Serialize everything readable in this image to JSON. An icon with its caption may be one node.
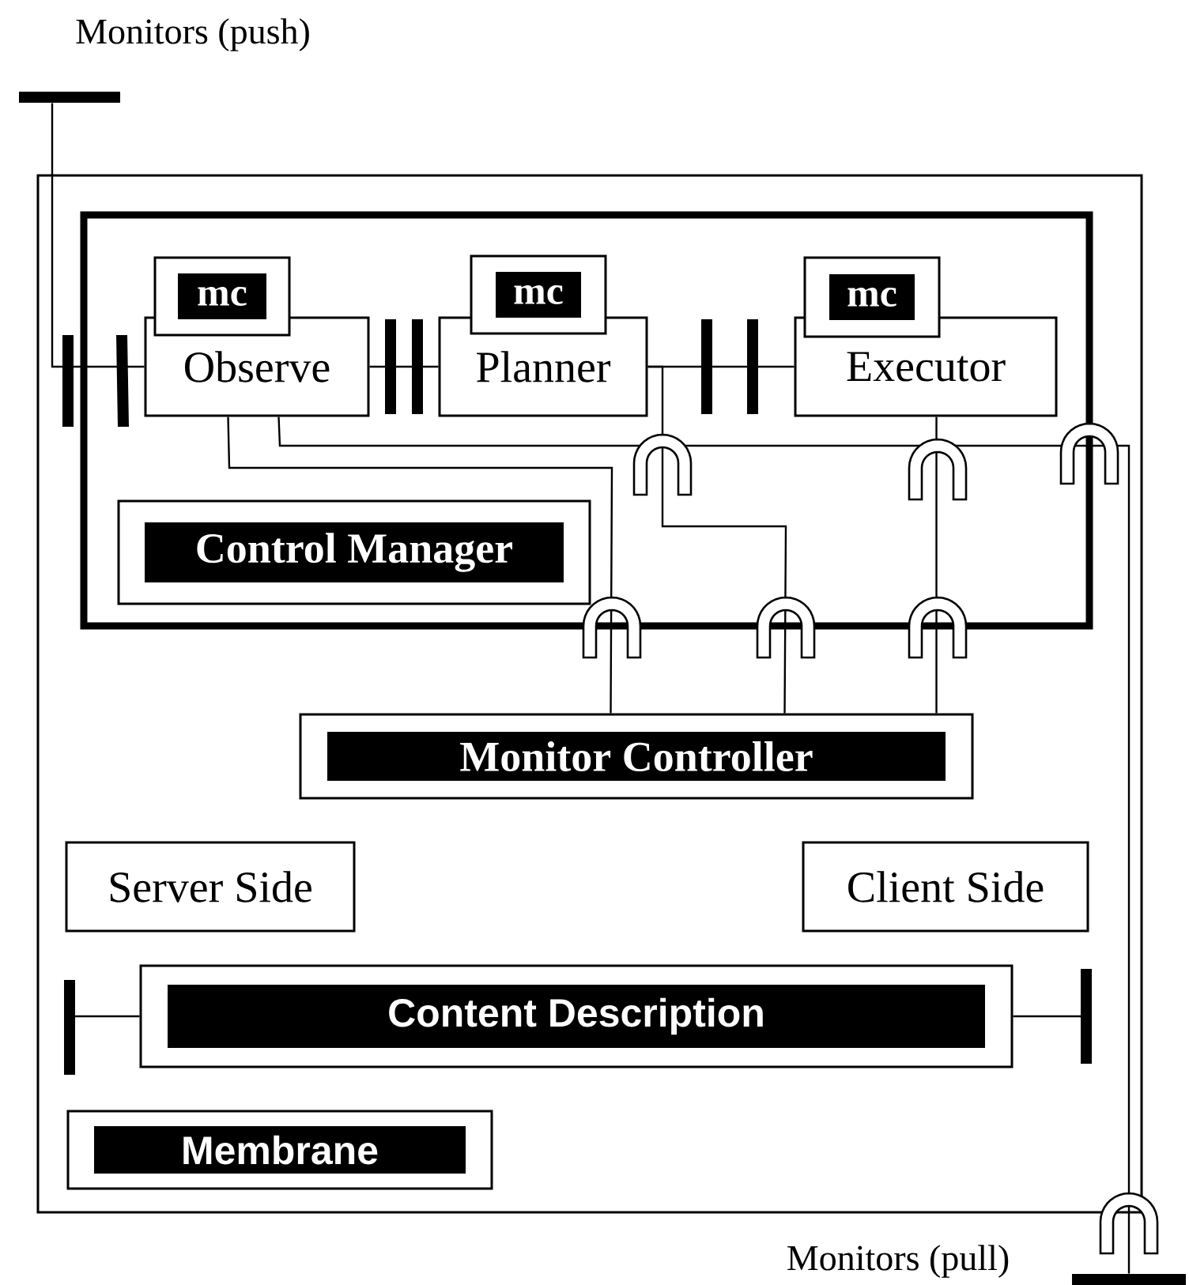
{
  "diagram": {
    "nodes": [
      {
        "text": [],
        "shape": "box"
      },
      {
        "text": [],
        "shape": "box",
        "in": 0
      },
      {
        "text": [
          "mc"
        ],
        "in": 1
      },
      {
        "text": [
          "Observe"
        ],
        "in": 1
      },
      {
        "text": [
          "mc"
        ],
        "in": 1
      },
      {
        "text": [
          "Planner"
        ],
        "in": 1
      },
      {
        "text": [
          "mc"
        ],
        "in": 1
      },
      {
        "text": [
          "Executor"
        ],
        "in": 1
      },
      {
        "text": [
          "Control Manager"
        ],
        "in": 1
      },
      {
        "text": [
          "Monitor Controller"
        ],
        "in": 0
      },
      {
        "text": [
          "Server Side"
        ],
        "in": 0
      },
      {
        "text": [
          "Client Side"
        ],
        "in": 0
      },
      {
        "text": [
          "Content Description"
        ],
        "in": 0
      },
      {
        "text": [
          "Membrane"
        ],
        "in": 0
      },
      {
        "text": [],
        "shape": "bar",
        "beside": [
          "Monitors (push)"
        ]
      },
      {
        "text": [],
        "shape": "bar",
        "beside": [
          "Monitors (pull)"
        ]
      }
    ],
    "edges": [
      {
        "from": 14,
        "to": 3,
        "arrow": "none"
      },
      {
        "from": 3,
        "to": 5,
        "arrow": "none"
      },
      {
        "from": 5,
        "to": 7,
        "arrow": "none"
      },
      {
        "from": 5,
        "to": 9,
        "arrow": "none"
      },
      {
        "from": 7,
        "to": 9,
        "arrow": "none"
      },
      {
        "from": 3,
        "to": 9,
        "arrow": "none"
      },
      {
        "from": 3,
        "to": 15,
        "arrow": "none"
      },
      {
        "from": 12,
        "to": null,
        "arrow": "none"
      },
      {
        "from": 12,
        "to": null,
        "arrow": "none"
      }
    ]
  }
}
